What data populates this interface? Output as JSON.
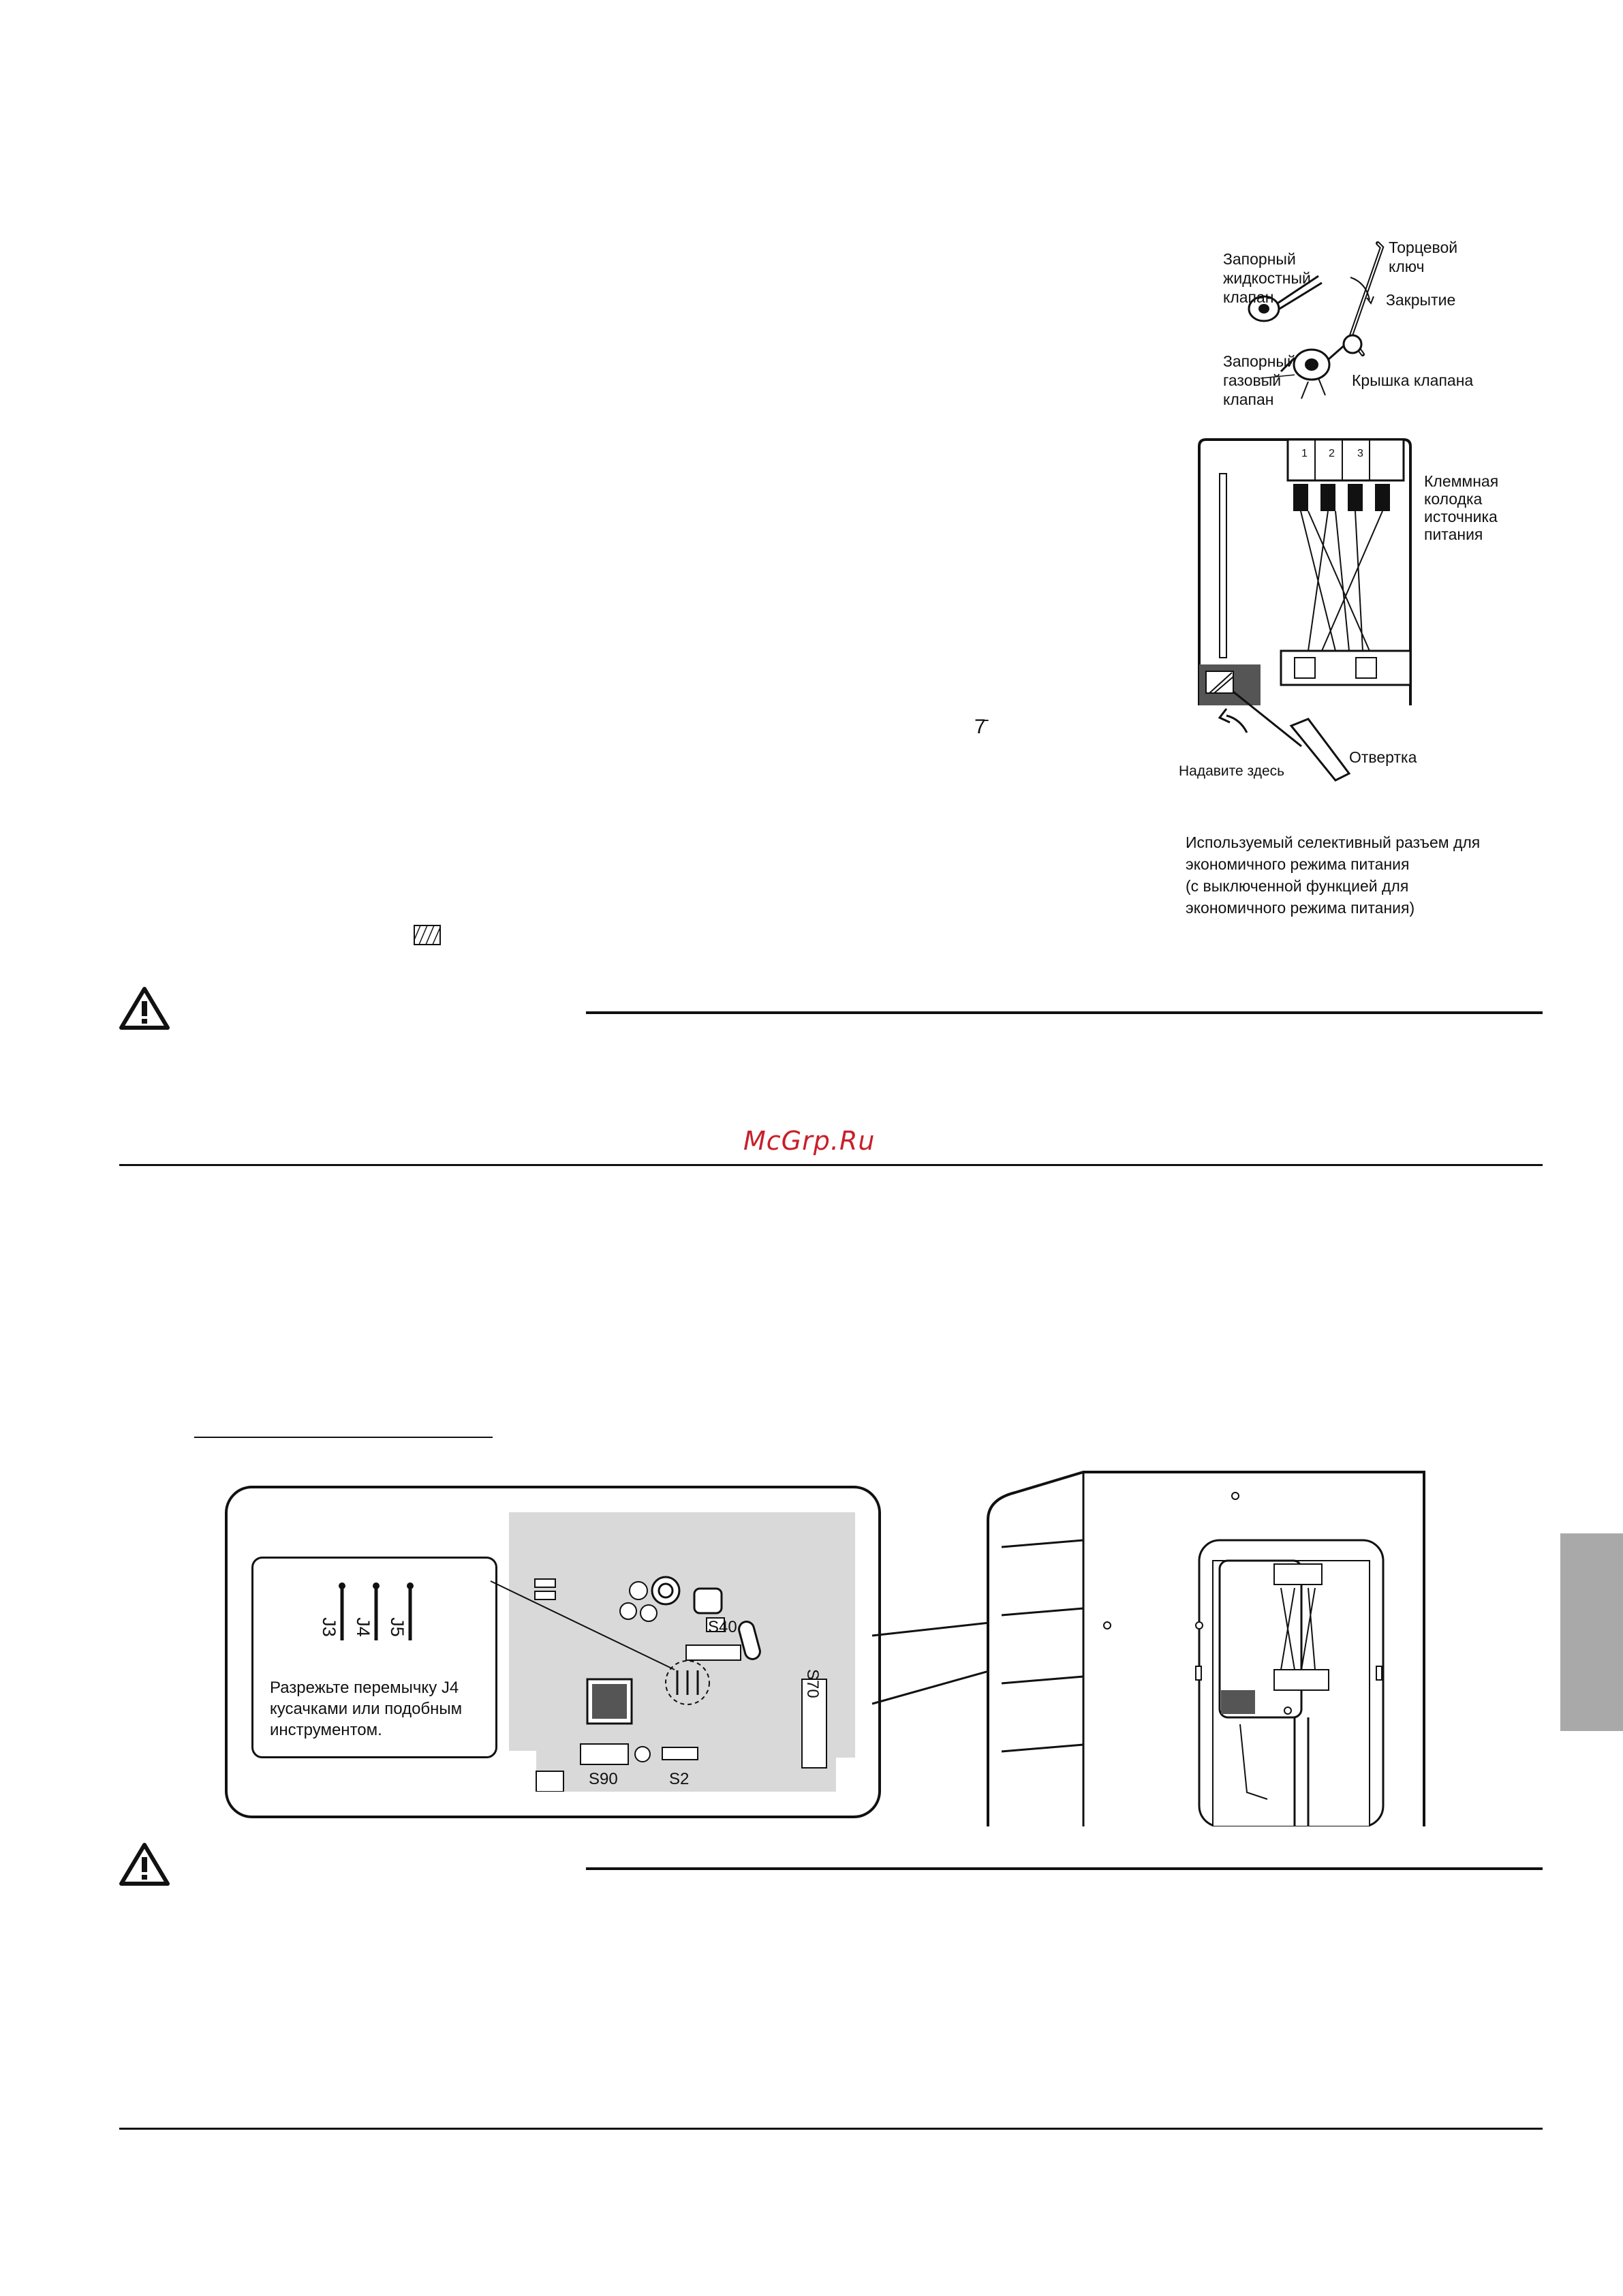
{
  "valve_figure": {
    "liquid_valve": [
      "Запорный",
      "жидкостный",
      "клапан"
    ],
    "gas_valve": [
      "Запорный",
      "газовый",
      "клапан"
    ],
    "hex_key": [
      "Торцевой",
      "ключ"
    ],
    "closing": "Закрытие",
    "valve_cap": "Крышка клапана"
  },
  "terminal_figure": {
    "terminal_block": [
      "Клеммная",
      "колодка",
      "источника",
      "питания"
    ],
    "terminal_numbers": [
      "1",
      "2",
      "3"
    ],
    "press_here": "Надавите здесь",
    "screwdriver": "Отвертка",
    "caption": [
      "Используемый селективный разъем для",
      "экономичного режима питания",
      "(с выключенной функцией для",
      "экономичного режима питания)"
    ]
  },
  "inline_symbol": "7̄",
  "watermark": "McGrp.Ru",
  "pcb_figure": {
    "jumpers": [
      "J3",
      "J4",
      "J5"
    ],
    "cut_instruction": [
      "Разрежьте перемычку J4",
      "кусачками или подобным",
      "инструментом."
    ],
    "connectors": [
      "S40",
      "S70",
      "S90",
      "S2"
    ]
  },
  "colors": {
    "watermark": "#c8202a",
    "side_tab": "#a9a9a9",
    "pcb": "#d9d9d9"
  },
  "icons": [
    "warning-triangle-icon",
    "hatched-box-icon"
  ]
}
